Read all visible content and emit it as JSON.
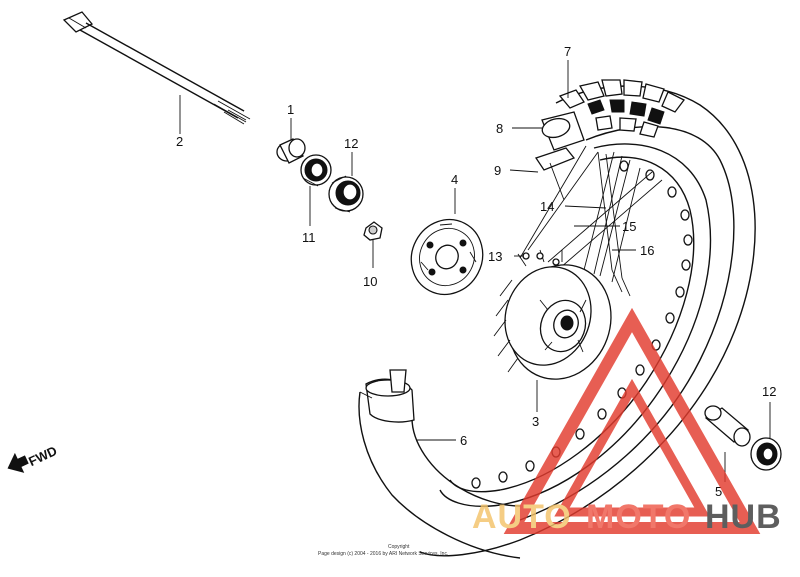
{
  "labels": {
    "part1": "1",
    "part2": "2",
    "part3": "3",
    "part4": "4",
    "part5": "5",
    "part6": "6",
    "part7": "7",
    "part8": "8",
    "part9": "9",
    "part10": "10",
    "part11": "11",
    "part12_top": "12",
    "part12_bottom": "12",
    "part13": "13",
    "part14": "14",
    "part15": "15",
    "part16": "16"
  },
  "direction": {
    "fwd": "FWD"
  },
  "copyright": {
    "line1": "Copyright",
    "line2": "Page design (c) 2004 - 2016 by ARI Network Services, Inc."
  },
  "watermark": {
    "part1": "AUTO",
    "part2": "MOTO",
    "part3": "HUB",
    "color_auto": "#f3c36a",
    "color_moto": "#ef5a4a",
    "color_hub": "#3b3b3b",
    "triangle_color": "#e23b2e"
  }
}
